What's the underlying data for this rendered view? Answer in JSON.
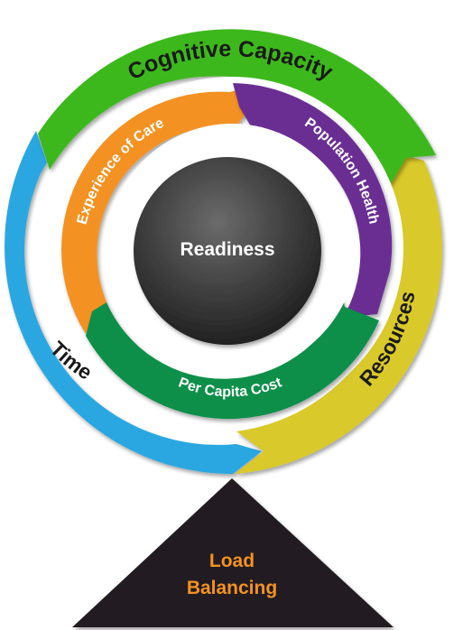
{
  "center": {
    "label": "Readiness"
  },
  "outer_ring": [
    {
      "label": "Cognitive Capacity",
      "color": "#3db81c",
      "text_color": "#1a1a1a"
    },
    {
      "label": "Resources",
      "color": "#d9c92a",
      "text_color": "#1a1a1a"
    },
    {
      "label": "Time",
      "color": "#2aa7e1",
      "text_color": "#1a1a1a"
    }
  ],
  "inner_ring": [
    {
      "label": "Experience of Care",
      "color": "#f39223",
      "text_color": "#ffffff"
    },
    {
      "label": "Population Health",
      "color": "#6a2e93",
      "text_color": "#ffffff"
    },
    {
      "label": "Per Capita Cost",
      "color": "#0a8f4a",
      "text_color": "#ffffff"
    }
  ],
  "base": {
    "line1": "Load",
    "line2": "Balancing",
    "color": "#231f20",
    "text_color": "#f39223"
  }
}
